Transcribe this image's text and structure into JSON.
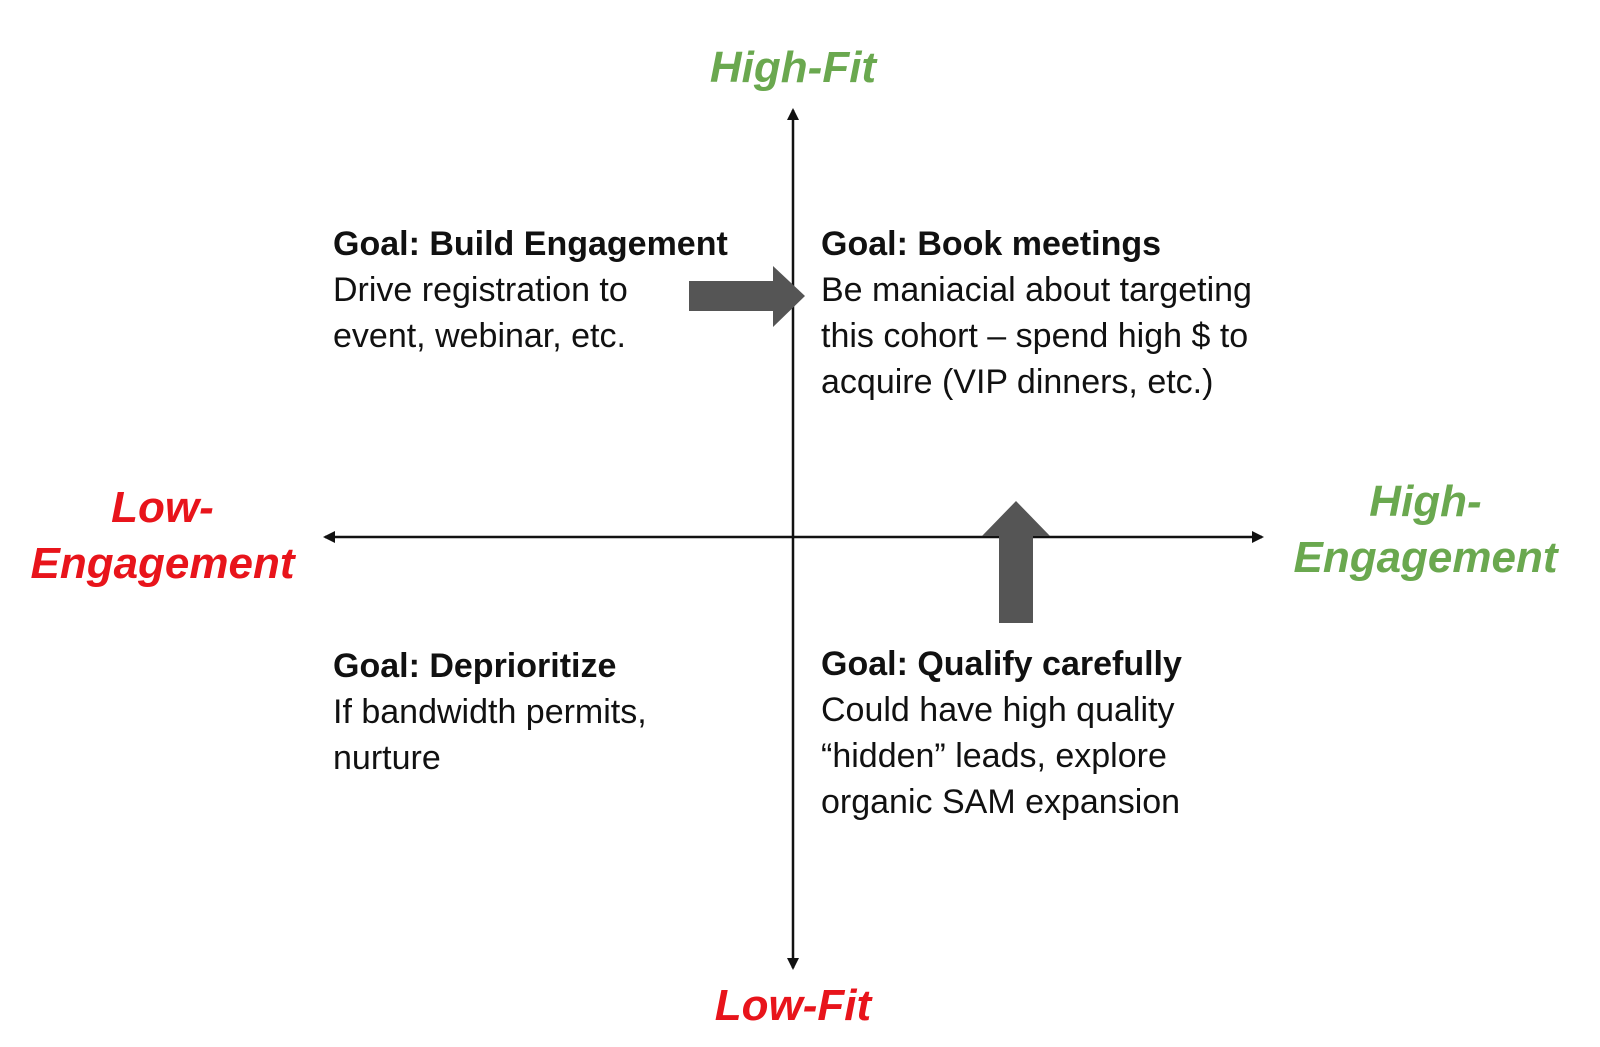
{
  "colors": {
    "positive": "#6aa84f",
    "negative": "#e8141b",
    "axis": "#111111",
    "arrow": "#555555",
    "text": "#111111"
  },
  "axes": {
    "top": "High-Fit",
    "bottom": "Low-Fit",
    "left": [
      "Low-",
      "Engagement"
    ],
    "right": [
      "High-",
      "Engagement"
    ]
  },
  "quadrants": {
    "top_left": {
      "goal": "Goal: Build Engagement",
      "lines": [
        "Drive registration to",
        "event, webinar, etc."
      ]
    },
    "top_right": {
      "goal": "Goal: Book meetings",
      "lines": [
        "Be maniacial about targeting",
        "this cohort – spend high $ to",
        "acquire (VIP dinners, etc.)"
      ]
    },
    "bottom_left": {
      "goal": "Goal: Deprioritize",
      "lines": [
        "If bandwidth permits,",
        "nurture"
      ]
    },
    "bottom_right": {
      "goal": "Goal: Qualify carefully",
      "lines": [
        "Could have high quality",
        "“hidden” leads, explore",
        "organic SAM expansion"
      ]
    }
  }
}
